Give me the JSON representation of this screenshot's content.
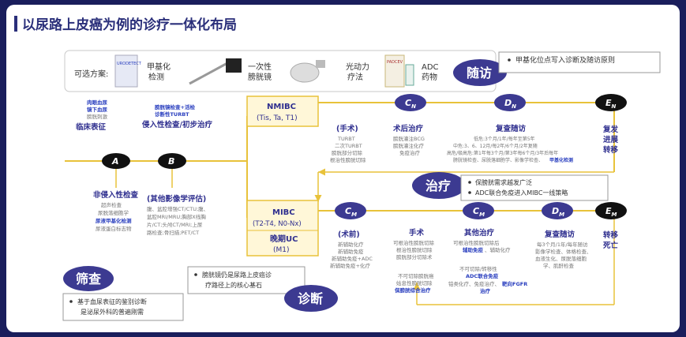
{
  "title": "以尿路上皮癌为例的诊疗一体化布局",
  "options": {
    "label": "可选方案:",
    "items": [
      "甲基化检测",
      "一次性膀胱镜",
      "光动力疗法",
      "ADC药物"
    ],
    "image_labels": [
      "URODETECT",
      "PADCEV"
    ]
  },
  "followup_badge": "随访",
  "followup_note": "甲基化位点写入诊断及随访原则",
  "treatment_badge": "治疗",
  "treatment_notes": [
    "保膀胱需求越发广泛",
    "ADC联合免疫进入MIBC一线策略"
  ],
  "screening_badge": "筛查",
  "screening_note": "基于血尿表征的鉴别诊断是泌尿外科的普遍刚需",
  "diagnosis_badge": "诊断",
  "diagnosis_note": "膀胱镜仍是尿路上皮癌诊疗路径上的核心基石",
  "stage1": {
    "small": [
      "肉眼血尿",
      "镜下血尿",
      "膀胱刺激"
    ],
    "label": "临床表征"
  },
  "stage2": {
    "small_blue": "膀胱镜检查+活检",
    "small_blue2": "诊断性TURBT",
    "label": "侵入性检查/初步治疗"
  },
  "noninvasive": {
    "label": "非侵入性检查",
    "items": [
      "超声检查",
      "尿脱落细胞学"
    ],
    "blue_item": "尿液甲基化检测",
    "items2": [
      "尿液蛋白标志物"
    ]
  },
  "imaging": {
    "label": "(其他影像学评估)",
    "items": [
      "腹、盆腔增强CT/CTU;腹、",
      "盆腔MRI/MRU;胸部X线胸",
      "片/CT;头颅CT/MRI;上尿",
      "路检查;骨扫描;PET/CT"
    ]
  },
  "nmibc": {
    "label": "NMIBC",
    "sub": "(Tis, Ta, T1)"
  },
  "mibc": {
    "label": "MIBC",
    "sub": "(T2-T4, N0-Nx)"
  },
  "late": {
    "label": "晚期UC",
    "sub": "(M1)"
  },
  "surgery_top": {
    "label": "(手术)",
    "items": [
      "TURBT",
      "二次TURBT",
      "膀胱部分切除",
      "根治性膀胱切除"
    ]
  },
  "nodes": {
    "A": "A",
    "B": "B",
    "CN": "C",
    "CN_sub": "N",
    "DN": "D",
    "DN_sub": "N",
    "EN": "E",
    "EN_sub": "N",
    "CM1": "C",
    "CM1_sub": "M",
    "CM2": "C",
    "CM2_sub": "M",
    "DM": "D",
    "DM_sub": "M",
    "EM": "E",
    "EM_sub": "M"
  },
  "postop": {
    "label": "术后治疗",
    "items": [
      "膀胱灌注BCG",
      "膀胱灌注化疗",
      "免疫治疗"
    ]
  },
  "review_n": {
    "label": "复查随访",
    "lines": [
      "低危:3个月/1年/每年至第5年",
      "中危:3、6、12月/每2年/6个月/2年复随",
      "高危/极高危:第1年每3个月/第3年每6个月/3年后每年",
      "膀胱镜检查、尿脱落细胞学、影像学检查、"
    ],
    "blue": "甲基化检测"
  },
  "outcome_n": [
    "复发",
    "进展",
    "转移"
  ],
  "preop": {
    "label": "(术前)",
    "items": [
      "新辅助化疗",
      "新辅助免疫",
      "新辅助免疫+ADC",
      "新辅助免疫+化疗"
    ]
  },
  "surgery_m": {
    "label": "手术",
    "items": [
      "可根治性膀胱切除",
      "根治性膀胱切除",
      "膀胱部分切除术"
    ],
    "lower": [
      "不可切除膀胱癌",
      "姑息性膀胱切除"
    ],
    "blue": "保膀胱综合治疗"
  },
  "other_tx": {
    "label": "其他治疗",
    "items": [
      "可根治性膀胱切除后"
    ],
    "blue": "辅助免疫",
    "items2": [
      "、辅助化疗"
    ],
    "lower": [
      "不可切除/转移性"
    ],
    "lower_blue": "ADC联合免疫",
    "lower2": [
      "铂类化疗、免疫治疗、"
    ],
    "lower_blue2": "靶向FGFR",
    "lower3": "治疗"
  },
  "review_m": {
    "label": "复查随访",
    "lines": [
      "每3个月/1年/每年随访",
      "影像学检查、体格检查、",
      "血液生化、尿脱落细胞",
      "学、肌酐检查"
    ]
  },
  "outcome_m": [
    "转移",
    "死亡"
  ],
  "colors": {
    "navy": "#2a2f7a",
    "yellow": "#e8c23a",
    "purple": "#3c3a91",
    "blue": "#2a3fbf"
  }
}
